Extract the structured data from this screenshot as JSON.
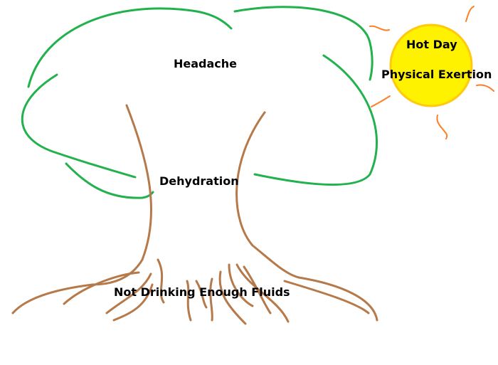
{
  "labels": {
    "crown": "Headache",
    "trunk": "Dehydration",
    "roots": "Not Drinking Enough Fluids",
    "sun_line1": "Hot Day",
    "sun_line2": "Physical Exertion"
  },
  "colors": {
    "crown": "#22b14c",
    "wood": "#b5794a",
    "sun_fill": "#fff200",
    "sun_stroke": "#ffc90e",
    "sun_rays": "#ff7f27",
    "text": "#000000"
  }
}
